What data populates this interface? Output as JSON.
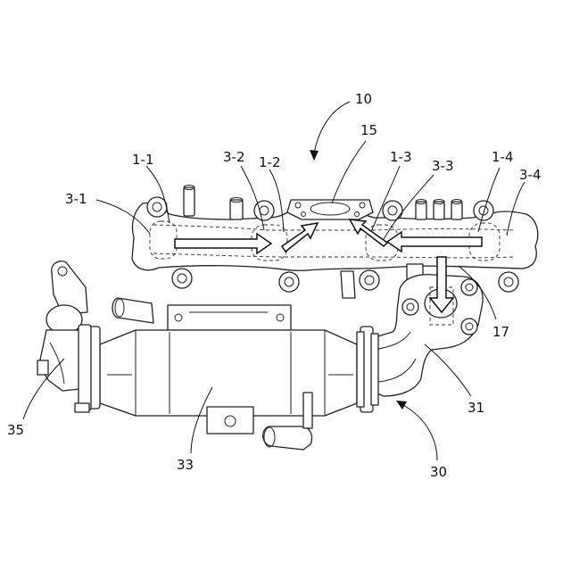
{
  "labels": {
    "l10": "10",
    "l15": "15",
    "l1_1": "1-1",
    "l3_2": "3-2",
    "l1_2": "1-2",
    "l1_3": "1-3",
    "l3_3": "3-3",
    "l1_4": "1-4",
    "l3_4": "3-4",
    "l3_1": "3-1",
    "l17": "17",
    "l31": "31",
    "l30": "30",
    "l33": "33",
    "l35": "35"
  }
}
